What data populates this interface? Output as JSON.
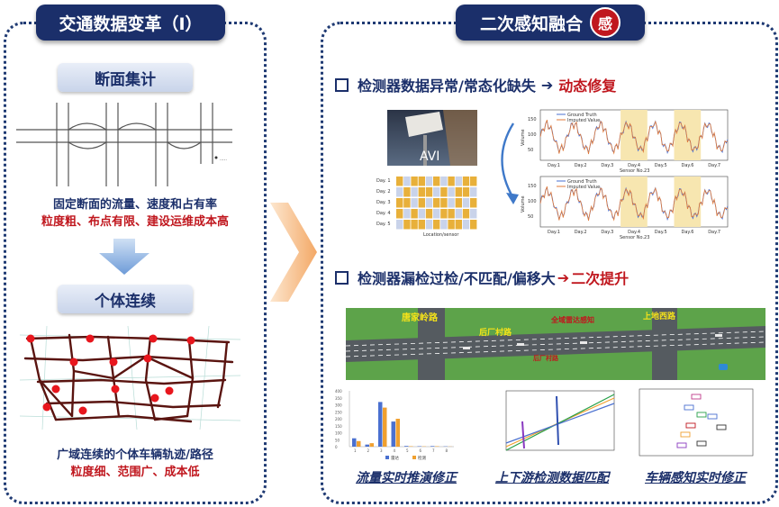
{
  "left": {
    "title": "交通数据变革（I）",
    "section1": {
      "heading": "断面集计",
      "desc_main": "固定断面的流量、速度和占有率",
      "desc_red": "粒度粗、布点有限、建设运维成本高"
    },
    "section2": {
      "heading": "个体连续",
      "desc_main": "广域连续的个体车辆轨迹/路径",
      "desc_red": "粒度细、范围广、成本低"
    }
  },
  "right": {
    "title": "二次感知融合",
    "badge": "感",
    "section1": {
      "text": "检测器数据异常/常态化缺失",
      "arrow": "➔",
      "result": "动态修复",
      "camera_label": "AVI",
      "heatmap": {
        "rows": [
          "Day. 1",
          "Day. 2",
          "Day. 3",
          "Day. 4",
          "Day. 5"
        ],
        "xlabel": "Location/sensor",
        "ylabel": "Day"
      },
      "plots": {
        "legend": [
          "Ground Truth",
          "Imputed Value"
        ],
        "ylabel": "Volume",
        "xlabel": "Sensor No.23",
        "days": [
          "Day.1",
          "Day.2",
          "Day.3",
          "Day.4",
          "Day.5",
          "Day.6",
          "Day.7"
        ],
        "yticks": [
          "150",
          "100",
          "50"
        ]
      }
    },
    "section2": {
      "text": "检测器漏检过检/不匹配/偏移大",
      "arrow": "➔",
      "result": "二次提升",
      "map_labels": {
        "left_road": "唐家岭路",
        "middle_road": "后厂村路",
        "right_road": "上地西路",
        "radar": "全域雷达感知",
        "center": "后厂村路"
      }
    },
    "captions": [
      "流量实时推演修正",
      "上下游检测数据匹配",
      "车辆感知实时修正"
    ]
  },
  "colors": {
    "navy": "#1b2f6a",
    "red": "#c0171e",
    "series_truth": "#4a6fd1",
    "series_imputed": "#e07a3a",
    "highlight": "#f7e6b0"
  },
  "chart_data": {
    "type": "bar",
    "series": [
      {
        "name": "雷达",
        "values": [
          60,
          15,
          320,
          180,
          5,
          3,
          4,
          2
        ]
      },
      {
        "name": "检测",
        "values": [
          40,
          25,
          280,
          200,
          3,
          2,
          3,
          1
        ]
      }
    ],
    "categories": [
      "1",
      "2",
      "3",
      "4",
      "5",
      "6",
      "7",
      "8"
    ],
    "ylim": [
      0,
      400
    ],
    "yticks": [
      "400",
      "350",
      "300",
      "250",
      "200",
      "150",
      "100",
      "50",
      "0"
    ]
  }
}
